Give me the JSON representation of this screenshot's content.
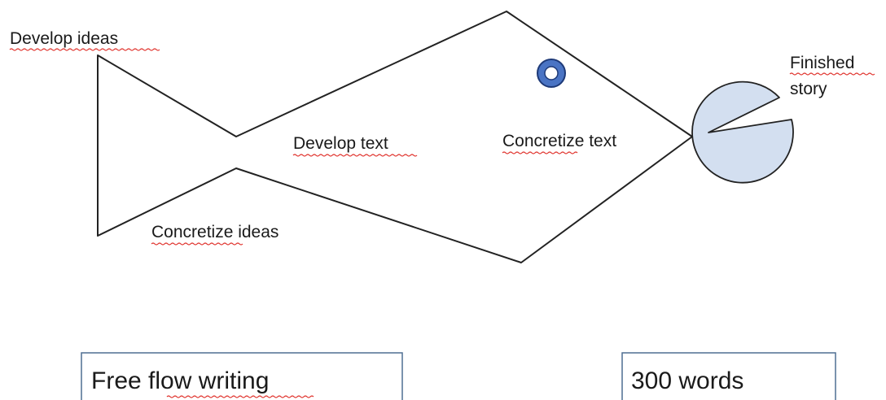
{
  "labels": {
    "develop_ideas": "Develop ideas",
    "develop_text": "Develop text",
    "concretize_text": "Concretize text",
    "concretize_ideas": "Concretize ideas"
  },
  "bubble": {
    "line1": "Finished",
    "line2": "story"
  },
  "boxes": {
    "free_flow": "Free flow writing",
    "word_count": "300 words"
  },
  "colors": {
    "eye_ring": "#4a74c4",
    "bubble_fill": "#d3dff0",
    "squiggle": "#e0312b",
    "outline": "#222222"
  }
}
